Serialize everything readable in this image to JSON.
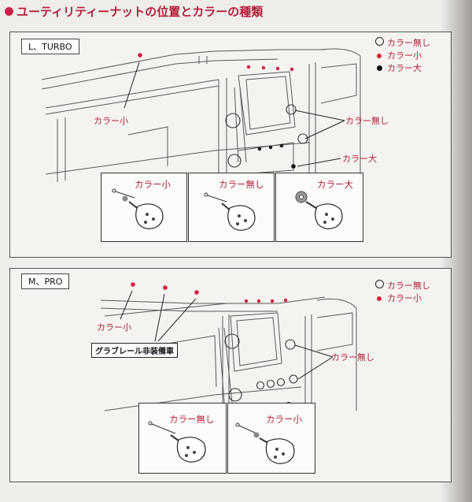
{
  "heading": "ユーティリティーナットの位置とカラーの種類",
  "colors": {
    "accent": "#b21f3a",
    "collar_small": "#d42040",
    "collar_large": "#111111"
  },
  "icons": {
    "heading_bullet": "red-bullet-icon",
    "no_collar": "open-circle-icon",
    "small_collar": "red-dot-icon",
    "large_collar": "black-dot-icon"
  },
  "panel1": {
    "tag": "L、TURBO",
    "legend": [
      "カラー無し",
      "カラー小",
      "カラー大"
    ],
    "callouts": {
      "small": "カラー小",
      "none": "カラー無し",
      "large": "カラー大"
    },
    "details": [
      "カラー小",
      "カラー無し",
      "カラー大"
    ]
  },
  "panel2": {
    "tag": "M、PRO",
    "legend": [
      "カラー無し",
      "カラー小"
    ],
    "callouts": {
      "small": "カラー小",
      "grab_rail": "グラブレール非装備車",
      "none": "カラー無し"
    },
    "details": [
      "カラー無し",
      "カラー小"
    ]
  }
}
